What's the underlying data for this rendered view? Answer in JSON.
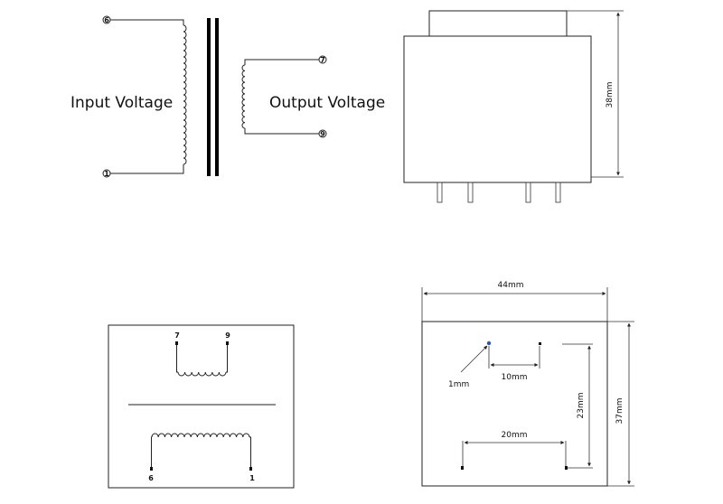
{
  "schematic": {
    "input_label": "Input Voltage",
    "output_label": "Output Voltage",
    "terminals": {
      "in_top": "6",
      "in_bottom": "1",
      "out_top": "7",
      "out_bottom": "9"
    }
  },
  "side_view": {
    "height_dim": "38mm"
  },
  "pin_diagram": {
    "pins_top": [
      "7",
      "9"
    ],
    "pins_bottom": [
      "6",
      "1"
    ]
  },
  "footprint": {
    "width_dim": "44mm",
    "height_dim": "37mm",
    "pin_diameter": "1mm",
    "spacing_small": "10mm",
    "spacing_vertical": "23mm",
    "spacing_large": "20mm"
  }
}
